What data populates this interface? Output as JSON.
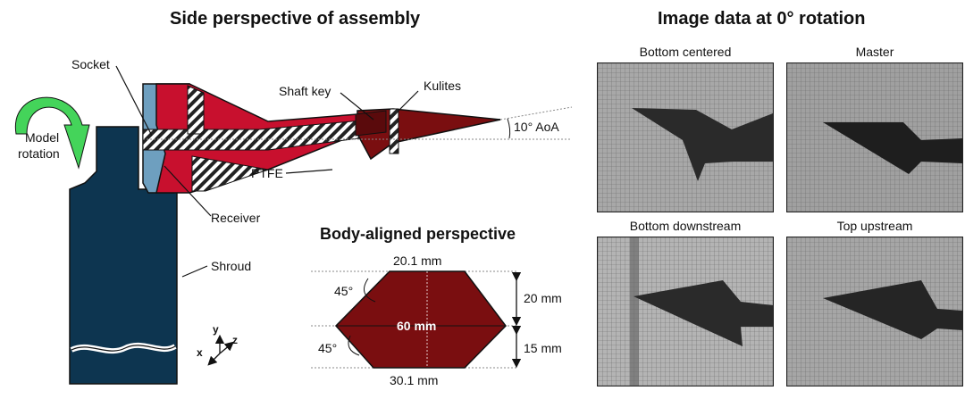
{
  "left_panel": {
    "title": "Side perspective of assembly",
    "labels": {
      "socket": "Socket",
      "model_rotation_1": "Model",
      "model_rotation_2": "rotation",
      "shaft_key": "Shaft key",
      "kulites": "Kulites",
      "aoa": "10° AoA",
      "ptfe": "PTFE",
      "receiver": "Receiver",
      "shroud": "Shroud",
      "axis_y": "y",
      "axis_z": "z",
      "axis_x": "x"
    }
  },
  "body_panel": {
    "title": "Body-aligned perspective",
    "dims": {
      "top_width": "20.1 mm",
      "bottom_width": "30.1 mm",
      "mid_width": "60 mm",
      "upper_height": "20 mm",
      "lower_height": "15 mm",
      "angle_top": "45°",
      "angle_bottom": "45°"
    }
  },
  "right_panel": {
    "title": "Image data at 0° rotation",
    "images": [
      {
        "caption": "Bottom centered"
      },
      {
        "caption": "Master"
      },
      {
        "caption": "Bottom downstream"
      },
      {
        "caption": "Top upstream"
      }
    ]
  },
  "colors": {
    "shroud": "#0d3550",
    "socket": "#6e9fbf",
    "model_red": "#c8102e",
    "model_dark": "#7a0e10",
    "body_fill": "#7a0e10",
    "arrow_green": "#44d45a"
  }
}
